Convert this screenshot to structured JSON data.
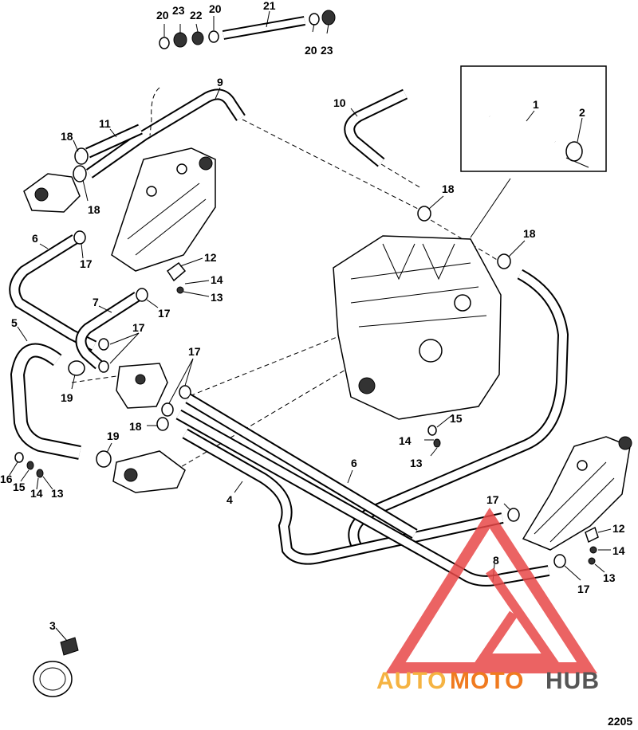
{
  "callouts": {
    "c1": "1",
    "c2": "2",
    "c3": "3",
    "c4": "4",
    "c5": "5",
    "c6a": "6",
    "c6b": "6",
    "c7": "7",
    "c8": "8",
    "c9": "9",
    "c10": "10",
    "c11": "11",
    "c12a": "12",
    "c12b": "12",
    "c13a": "13",
    "c13b": "13",
    "c13c": "13",
    "c13d": "13",
    "c14a": "14",
    "c14b": "14",
    "c14c": "14",
    "c14d": "14",
    "c15a": "15",
    "c15b": "15",
    "c16": "16",
    "c17a": "17",
    "c17b": "17",
    "c17c": "17",
    "c17d": "17",
    "c17e": "17",
    "c17f": "17",
    "c18a": "18",
    "c18b": "18",
    "c18c": "18",
    "c18d": "18",
    "c18e": "18",
    "c19a": "19",
    "c19b": "19",
    "c20a": "20",
    "c20b": "20",
    "c20c": "20",
    "c21": "21",
    "c22": "22",
    "c23a": "23",
    "c23b": "23"
  },
  "figure_number": "2205",
  "watermark": {
    "part1": "AUTO",
    "part2": "MOTO",
    "part3": "HUB",
    "color_primary": "#f5b342",
    "color_secondary": "#f07a1f",
    "color_tertiary": "#555555",
    "triangle_color": "#e84848"
  }
}
